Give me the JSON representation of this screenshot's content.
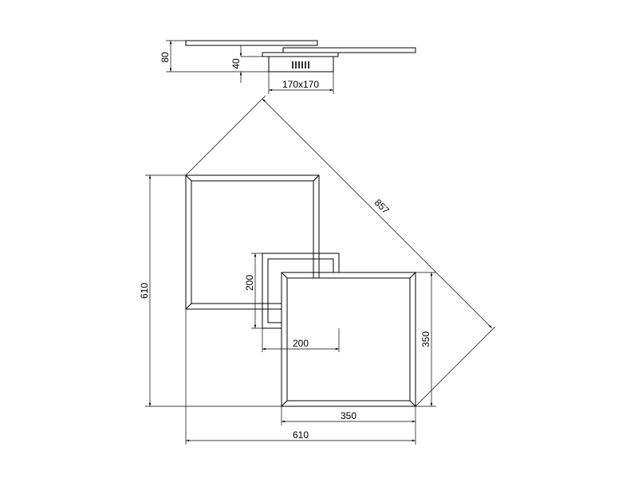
{
  "side_view": {
    "height_total": "80",
    "height_body": "40",
    "base_size": "170x170"
  },
  "top_view": {
    "diagonal": "857",
    "overall_height": "610",
    "overall_width": "610",
    "large_square_width": "350",
    "large_square_height": "350",
    "center_box_width": "200",
    "center_box_height": "200"
  }
}
